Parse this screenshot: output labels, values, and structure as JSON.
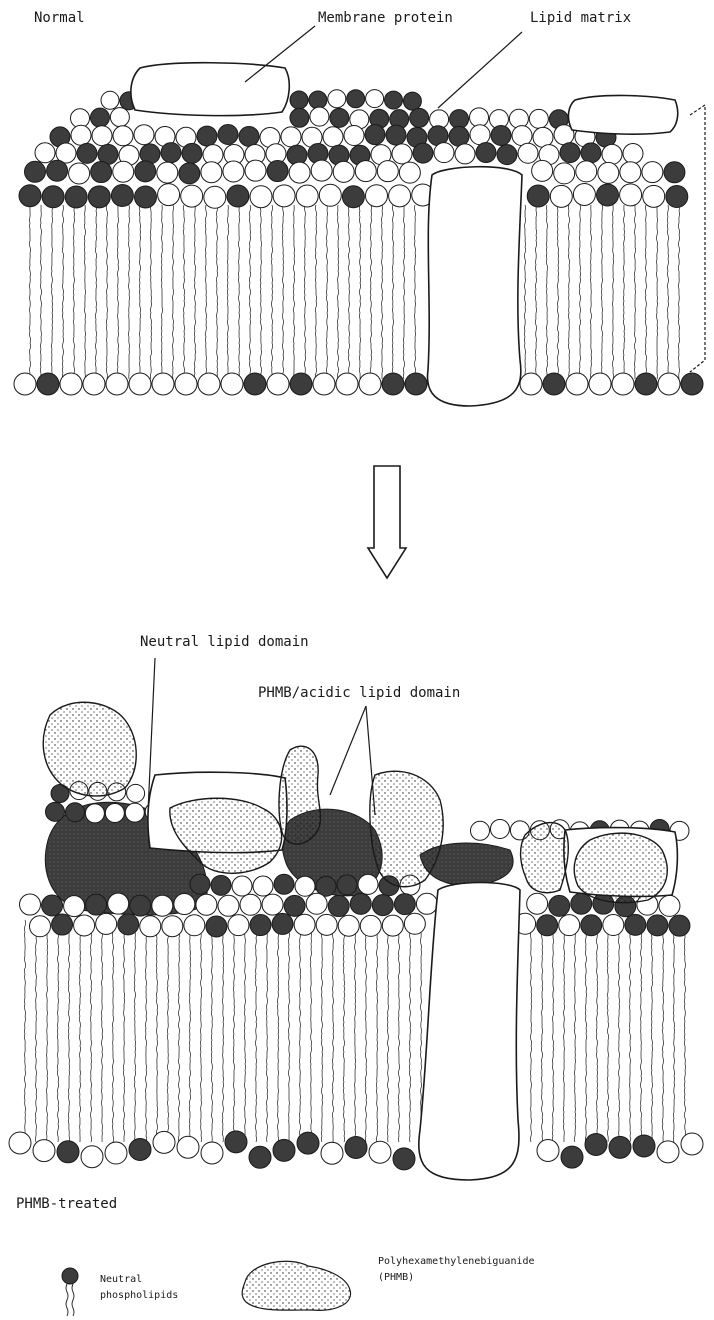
{
  "top_panel": {
    "title": "Normal",
    "label_protein": "Membrane protein",
    "label_lipid": "Lipid matrix"
  },
  "bottom_panel": {
    "title": "PHMB-treated",
    "label_neutral_domain": "Neutral lipid domain",
    "label_acidic_domain": "PHMB/acidic lipid domain"
  },
  "legend": {
    "neutral_label_line1": "Neutral",
    "neutral_label_line2": "phospholipids",
    "phmb_label_line1": "Polyhexamethylenebiguanide",
    "phmb_label_line2": "(PHMB)"
  },
  "colors": {
    "ink": "#1a1a1a",
    "neutral_head": "#3c3c3c",
    "acidic_head": "#ffffff",
    "background": "#ffffff"
  }
}
